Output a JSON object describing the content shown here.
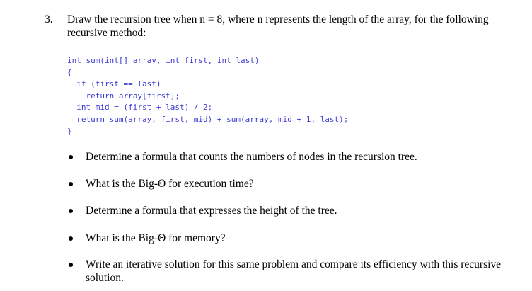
{
  "question": {
    "number": "3.",
    "text": "Draw the recursion tree when n = 8, where n represents the length of the array, for the following recursive method:",
    "code": [
      "int sum(int[] array, int first, int last)",
      "{",
      "  if (first == last)",
      "    return array[first];",
      "  int mid = (first + last) / 2;",
      "  return sum(array, first, mid) + sum(array, mid + 1, last);",
      "}"
    ],
    "code_color": "#3b3bd6",
    "bullets": [
      "Determine a formula that counts the numbers of nodes in the recursion tree.",
      "What is the Big-Θ for execution time?",
      "Determine a formula that expresses the height of the tree.",
      "What is the Big-Θ for memory?",
      "Write an iterative solution for this same problem and compare its efficiency with this recursive solution."
    ]
  }
}
